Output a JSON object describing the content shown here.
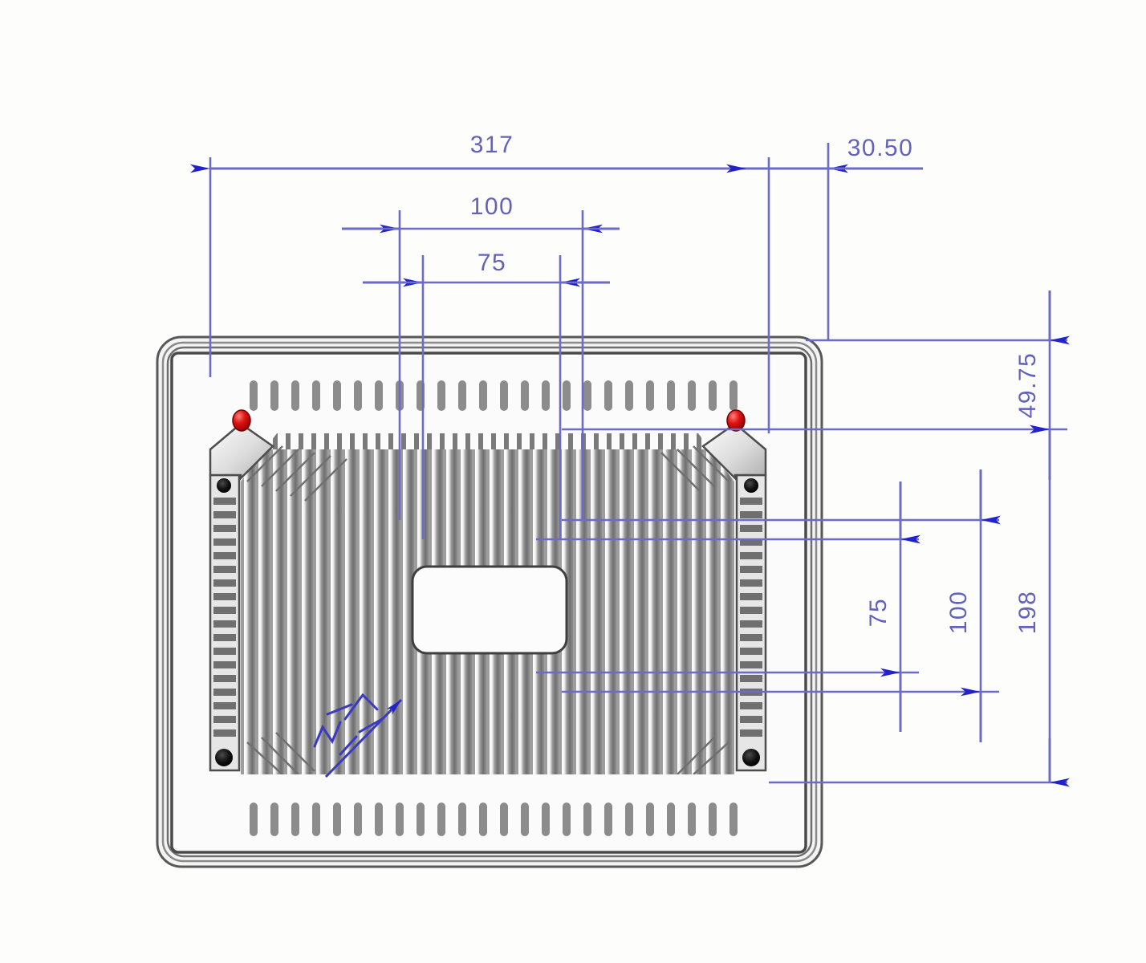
{
  "drawing": {
    "title": "Panel PC rear view dimensioned drawing",
    "units": "mm",
    "background_color": "#fdfdfb",
    "dimension_color": "#6262bd",
    "arrow_color": "#2222cc",
    "body_outline_color": "#595959",
    "led_color": "#cc1111"
  },
  "dimensions": {
    "overall_width": "317",
    "right_offset": "30.50",
    "vesa_width_100": "100",
    "vesa_width_75": "75",
    "top_offset": "49.75",
    "vesa_height_75": "75",
    "vesa_height_100": "100",
    "overall_height": "198"
  },
  "annotations": {
    "leader_note": ""
  },
  "components": {
    "chassis_label": "rounded bezel enclosure",
    "vent_top_label": "top ventilation slots",
    "vent_bottom_label": "bottom ventilation slots",
    "heatsink_label": "finned heatsink",
    "center_plate_label": "center label plate",
    "led_left_label": "indicator led left",
    "led_right_label": "indicator led right",
    "mount_hole_tl_label": "mounting hole top left",
    "mount_hole_tr_label": "mounting hole top right",
    "mount_hole_bl_label": "mounting hole bottom left",
    "mount_hole_br_label": "mounting hole bottom right"
  }
}
